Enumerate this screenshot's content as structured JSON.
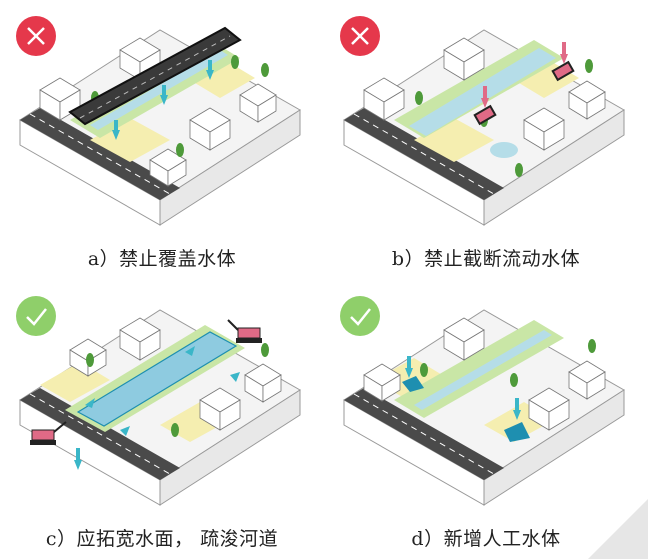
{
  "panels": [
    {
      "id": "a",
      "caption": "a）禁止覆盖水体",
      "status": "forbidden",
      "status_icon": "cross-icon"
    },
    {
      "id": "b",
      "caption": "b）禁止截断流动水体",
      "status": "forbidden",
      "status_icon": "cross-icon"
    },
    {
      "id": "c",
      "caption": "c）应拓宽水面， 疏浚河道",
      "status": "recommended",
      "status_icon": "check-icon"
    },
    {
      "id": "d",
      "caption": "d）新增人工水体",
      "status": "recommended",
      "status_icon": "check-icon"
    }
  ],
  "colors": {
    "forbidden": "#e5384b",
    "recommended": "#8fcf6a",
    "water": "#b5dde8",
    "water_deep": "#1e8fb0",
    "green_strip": "#c9e6a6",
    "yard": "#f5eeb0",
    "road": "#4a4a4a",
    "arrow_cyan": "#3ab6c8",
    "arrow_pink": "#e06a86"
  }
}
